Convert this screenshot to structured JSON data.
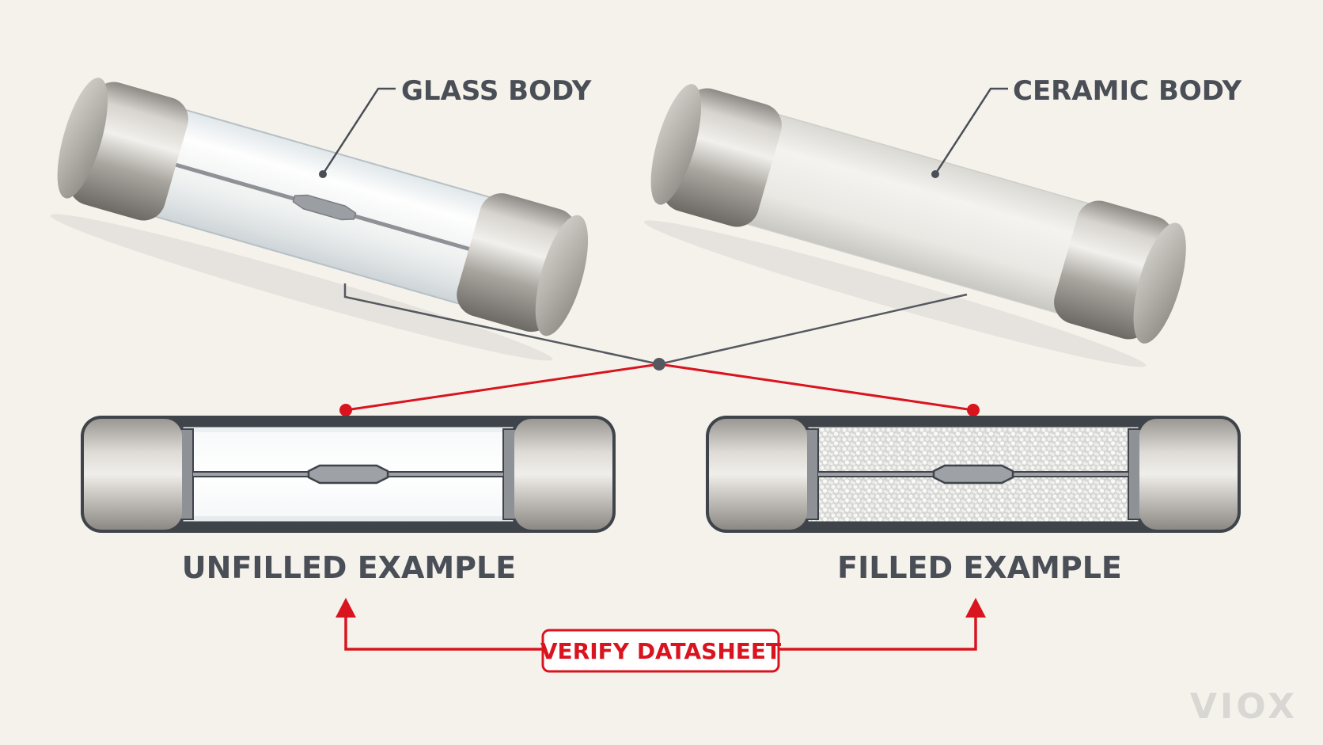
{
  "labels": {
    "glass_body": "GLASS BODY",
    "ceramic_body": "CERAMIC BODY",
    "unfilled_example": "UNFILLED EXAMPLE",
    "filled_example": "FILLED EXAMPLE",
    "verify_datasheet": "VERIFY DATASHEET"
  },
  "logo": "VIOX",
  "colors": {
    "background": "#f5f2ec",
    "label_text": "#4a4e56",
    "accent_red": "#d9141f",
    "metal_cap": "#b9b6b0",
    "ceramic": "#ecebe6",
    "outline": "#3f434a"
  }
}
